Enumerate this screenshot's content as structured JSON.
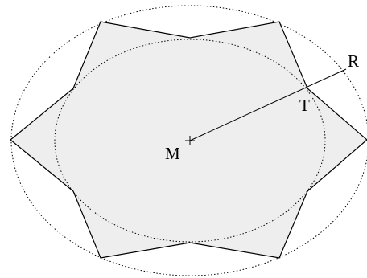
{
  "diagram": {
    "labels": {
      "center": "M",
      "outer_point": "R",
      "inner_point": "T"
    },
    "colors": {
      "star_fill": "#eeeeee",
      "stroke": "#000000",
      "label": "#000000"
    },
    "line_styles": {
      "outer_ellipse": "dotted",
      "inner_ellipse": "dotted",
      "star": "solid",
      "radius_line": "solid"
    },
    "star_points": 6
  }
}
